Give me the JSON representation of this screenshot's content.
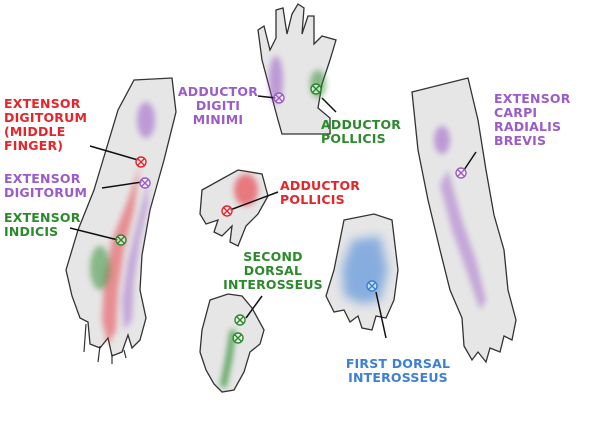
{
  "colors": {
    "red": "#e8232a",
    "purple": "#9b5bc9",
    "green": "#2b8a2b",
    "blue": "#3b7fd8",
    "skin": "#e6e6e6",
    "outline": "#333333"
  },
  "labels": {
    "extensor_digitorum_middle": {
      "lines": [
        "EXTENSOR",
        "DIGITORUM",
        "(MIDDLE",
        "FINGER)"
      ],
      "color": "red"
    },
    "extensor_digitorum": {
      "lines": [
        "EXTENSOR",
        "DIGITORUM"
      ],
      "color": "purple"
    },
    "extensor_indicis": {
      "lines": [
        "EXTENSOR",
        "INDICIS"
      ],
      "color": "green"
    },
    "adductor_digiti_minimi": {
      "lines": [
        "ADDUCTOR",
        "DIGITI",
        "MINIMI"
      ],
      "color": "purple"
    },
    "adductor_pollicis_green": {
      "lines": [
        "ADDUCTOR",
        "POLLICIS"
      ],
      "color": "green"
    },
    "extensor_carpi_radialis_brevis": {
      "lines": [
        "EXTENSOR",
        "CARPI",
        "RADIALIS",
        "BREVIS"
      ],
      "color": "purple"
    },
    "adductor_pollicis_red": {
      "lines": [
        "ADDUCTOR",
        "POLLICIS"
      ],
      "color": "red"
    },
    "second_dorsal_interosseus": {
      "lines": [
        "SECOND",
        "DORSAL",
        "INTEROSSEUS"
      ],
      "color": "green"
    },
    "first_dorsal_interosseus": {
      "lines": [
        "FIRST DORSAL",
        "INTEROSSEUS"
      ],
      "color": "blue"
    }
  }
}
